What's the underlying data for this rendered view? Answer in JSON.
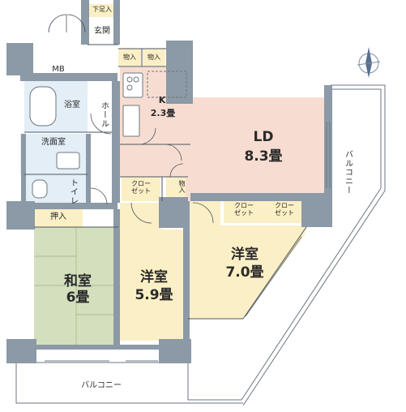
{
  "rooms": {
    "genkan": "玄関",
    "shita_soku_ire": "下足入",
    "mb": "MB",
    "monoire_1": "物入",
    "monoire_2": "物入",
    "monoire_3": "物入",
    "yokushitsu": "浴室",
    "senmenshitsu": "洗面室",
    "toilet": "トイレ",
    "hall": "ホール",
    "kitchen_name": "K",
    "kitchen_size": "2.3畳",
    "ld_name": "LD",
    "ld_size": "8.3畳",
    "closet_1": "クロー\nゼット",
    "closet_2": "クロー\nゼット",
    "closet_3": "クロー\nゼット",
    "oshiire": "押入",
    "washitsu_name": "和室",
    "washitsu_size": "6畳",
    "yoshitsu1_name": "洋室",
    "yoshitsu1_size": "5.9畳",
    "yoshitsu2_name": "洋室",
    "yoshitsu2_size": "7.0畳",
    "balcony_right": "バルコニー",
    "balcony_bottom": "バルコニー"
  },
  "colors": {
    "wall": "#8c99a6",
    "ld": "#f7ddd1",
    "kitchen": "#f7ddd1",
    "yoshitsu": "#fbefc6",
    "washitsu": "#d4e0bd",
    "oshiire": "#fbefc6",
    "wet": "#e3eef6",
    "hall": "#ffffff"
  }
}
